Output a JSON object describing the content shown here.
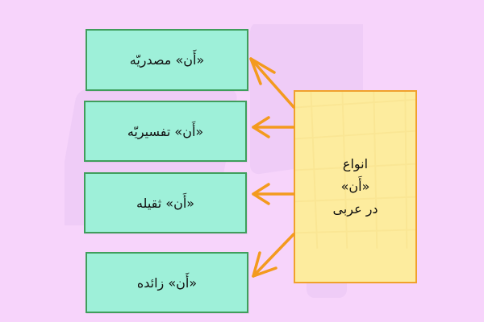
{
  "diagram": {
    "center": {
      "lines": [
        "انواع",
        "«أَن»",
        "در عربی"
      ]
    },
    "boxes": [
      {
        "label": "«أَن» مصدريّه"
      },
      {
        "label": "«أَن» تفسيريّه"
      },
      {
        "label": "«أَن» ثقيله"
      },
      {
        "label": "«أَن» زائده"
      }
    ],
    "colors": {
      "background": "#f7d4fb",
      "box_fill": "#9ef0d9",
      "box_border": "#3f9e5c",
      "center_fill": "#fdec9e",
      "center_border": "#f0a12c",
      "arrow": "#f39a1e"
    }
  }
}
